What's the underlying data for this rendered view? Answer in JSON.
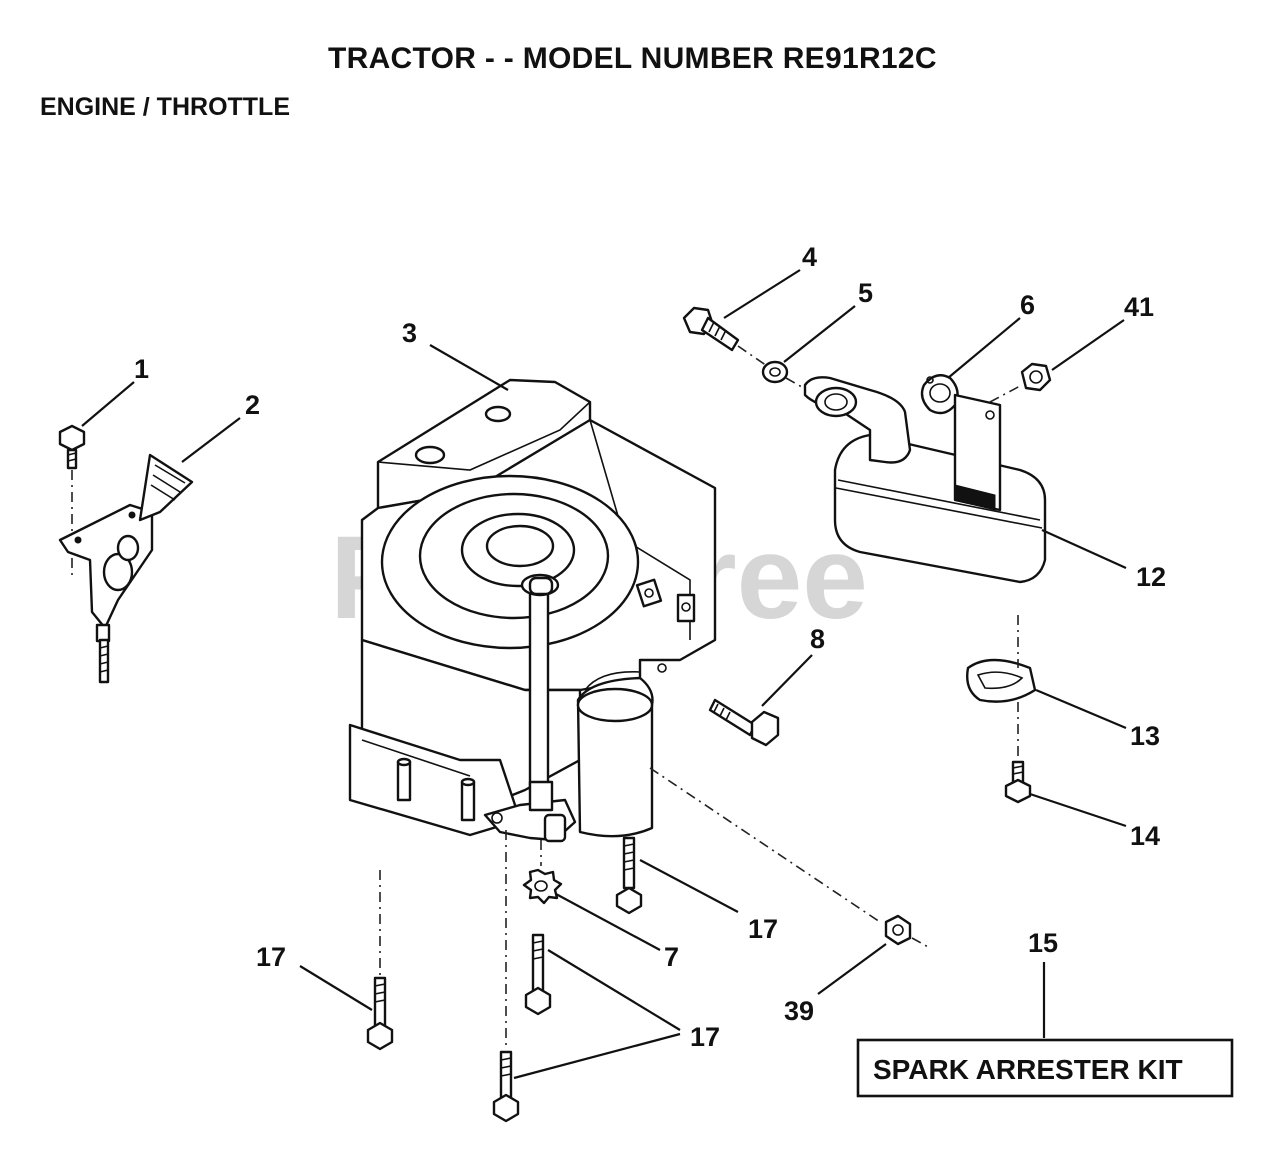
{
  "header": {
    "title": "TRACTOR - - MODEL NUMBER RE91R12C",
    "section": "ENGINE / THROTTLE"
  },
  "watermark": "PartsTree",
  "callouts": {
    "c1": "1",
    "c2": "2",
    "c3": "3",
    "c4": "4",
    "c5": "5",
    "c6": "6",
    "c41": "41",
    "c12": "12",
    "c8": "8",
    "c13": "13",
    "c14": "14",
    "c17_right": "17",
    "c7": "7",
    "c17_left": "17",
    "c17_bottom": "17",
    "c39": "39",
    "c15": "15"
  },
  "kit": {
    "label": "SPARK ARRESTER KIT"
  }
}
